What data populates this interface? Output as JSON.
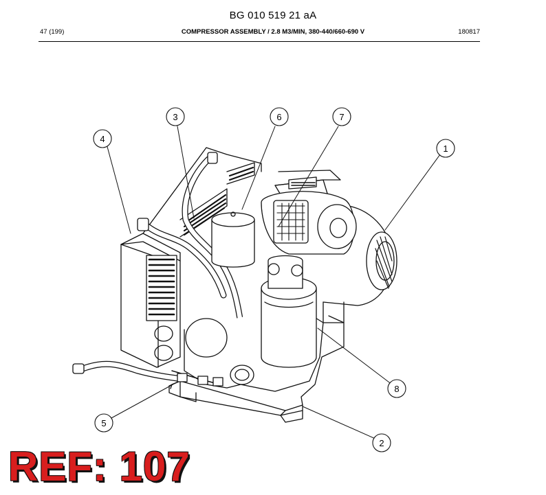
{
  "header": {
    "doc_code": "BG 010 519 21 aA",
    "page": "47 (199)",
    "title": "COMPRESSOR ASSEMBLY / 2.8 M3/MIN, 380-440/660-690 V",
    "date": "180817"
  },
  "callouts": [
    "1",
    "2",
    "3",
    "4",
    "5",
    "6",
    "7",
    "8"
  ],
  "ref_label": "REF: 107"
}
